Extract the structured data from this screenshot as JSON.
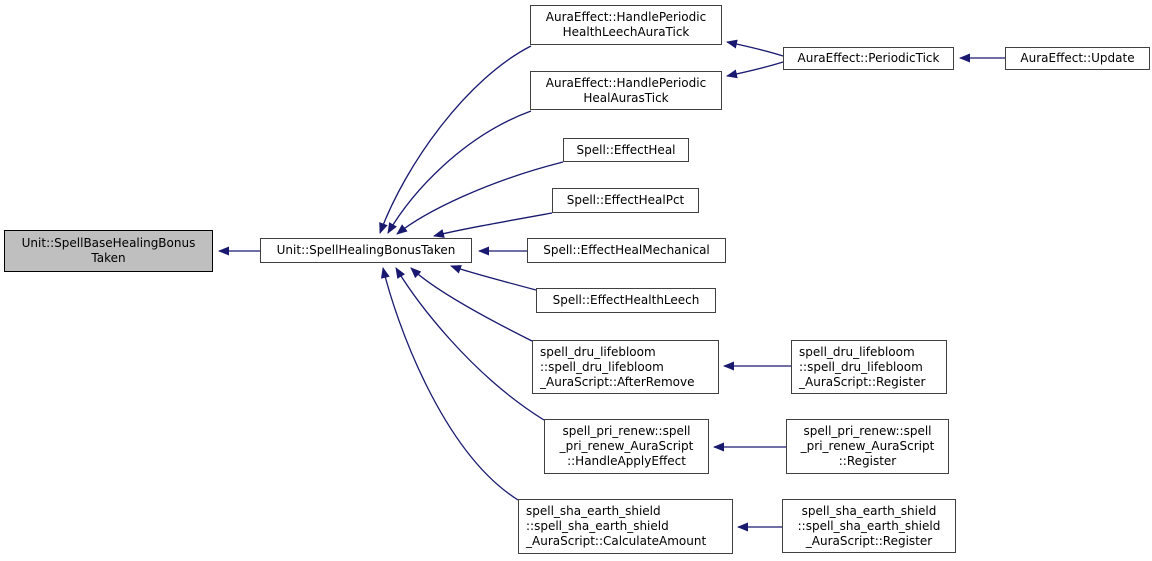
{
  "diagram": {
    "kind": "doxygen-caller-graph",
    "edge_color": "#191970",
    "node_border_color": "#404040",
    "highlight_fill": "#bfbfbf",
    "nodes": {
      "base_taken": {
        "label": "Unit::SpellBaseHealingBonus\nTaken",
        "highlighted": true
      },
      "healing_taken": {
        "label": "Unit::SpellHealingBonusTaken",
        "highlighted": false
      },
      "health_leech_tick": {
        "label": "AuraEffect::HandlePeriodic\nHealthLeechAuraTick",
        "highlighted": false
      },
      "heal_auras_tick": {
        "label": "AuraEffect::HandlePeriodic\nHealAurasTick",
        "highlighted": false
      },
      "effect_heal": {
        "label": "Spell::EffectHeal",
        "highlighted": false
      },
      "effect_heal_pct": {
        "label": "Spell::EffectHealPct",
        "highlighted": false
      },
      "effect_heal_mech": {
        "label": "Spell::EffectHealMechanical",
        "highlighted": false
      },
      "effect_health_leech": {
        "label": "Spell::EffectHealthLeech",
        "highlighted": false
      },
      "dru_after_remove": {
        "label": "spell_dru_lifebloom\n::spell_dru_lifebloom\n_AuraScript::AfterRemove",
        "highlighted": false
      },
      "dru_register": {
        "label": "spell_dru_lifebloom\n::spell_dru_lifebloom\n_AuraScript::Register",
        "highlighted": false
      },
      "pri_handle_apply": {
        "label": "spell_pri_renew::spell\n_pri_renew_AuraScript\n::HandleApplyEffect",
        "highlighted": false
      },
      "pri_register": {
        "label": "spell_pri_renew::spell\n_pri_renew_AuraScript\n::Register",
        "highlighted": false
      },
      "sha_calculate": {
        "label": "spell_sha_earth_shield\n::spell_sha_earth_shield\n_AuraScript::CalculateAmount",
        "highlighted": false
      },
      "sha_register": {
        "label": "spell_sha_earth_shield\n::spell_sha_earth_shield\n_AuraScript::Register",
        "highlighted": false
      },
      "periodic_tick": {
        "label": "AuraEffect::PeriodicTick",
        "highlighted": false
      },
      "update": {
        "label": "AuraEffect::Update",
        "highlighted": false
      }
    }
  }
}
